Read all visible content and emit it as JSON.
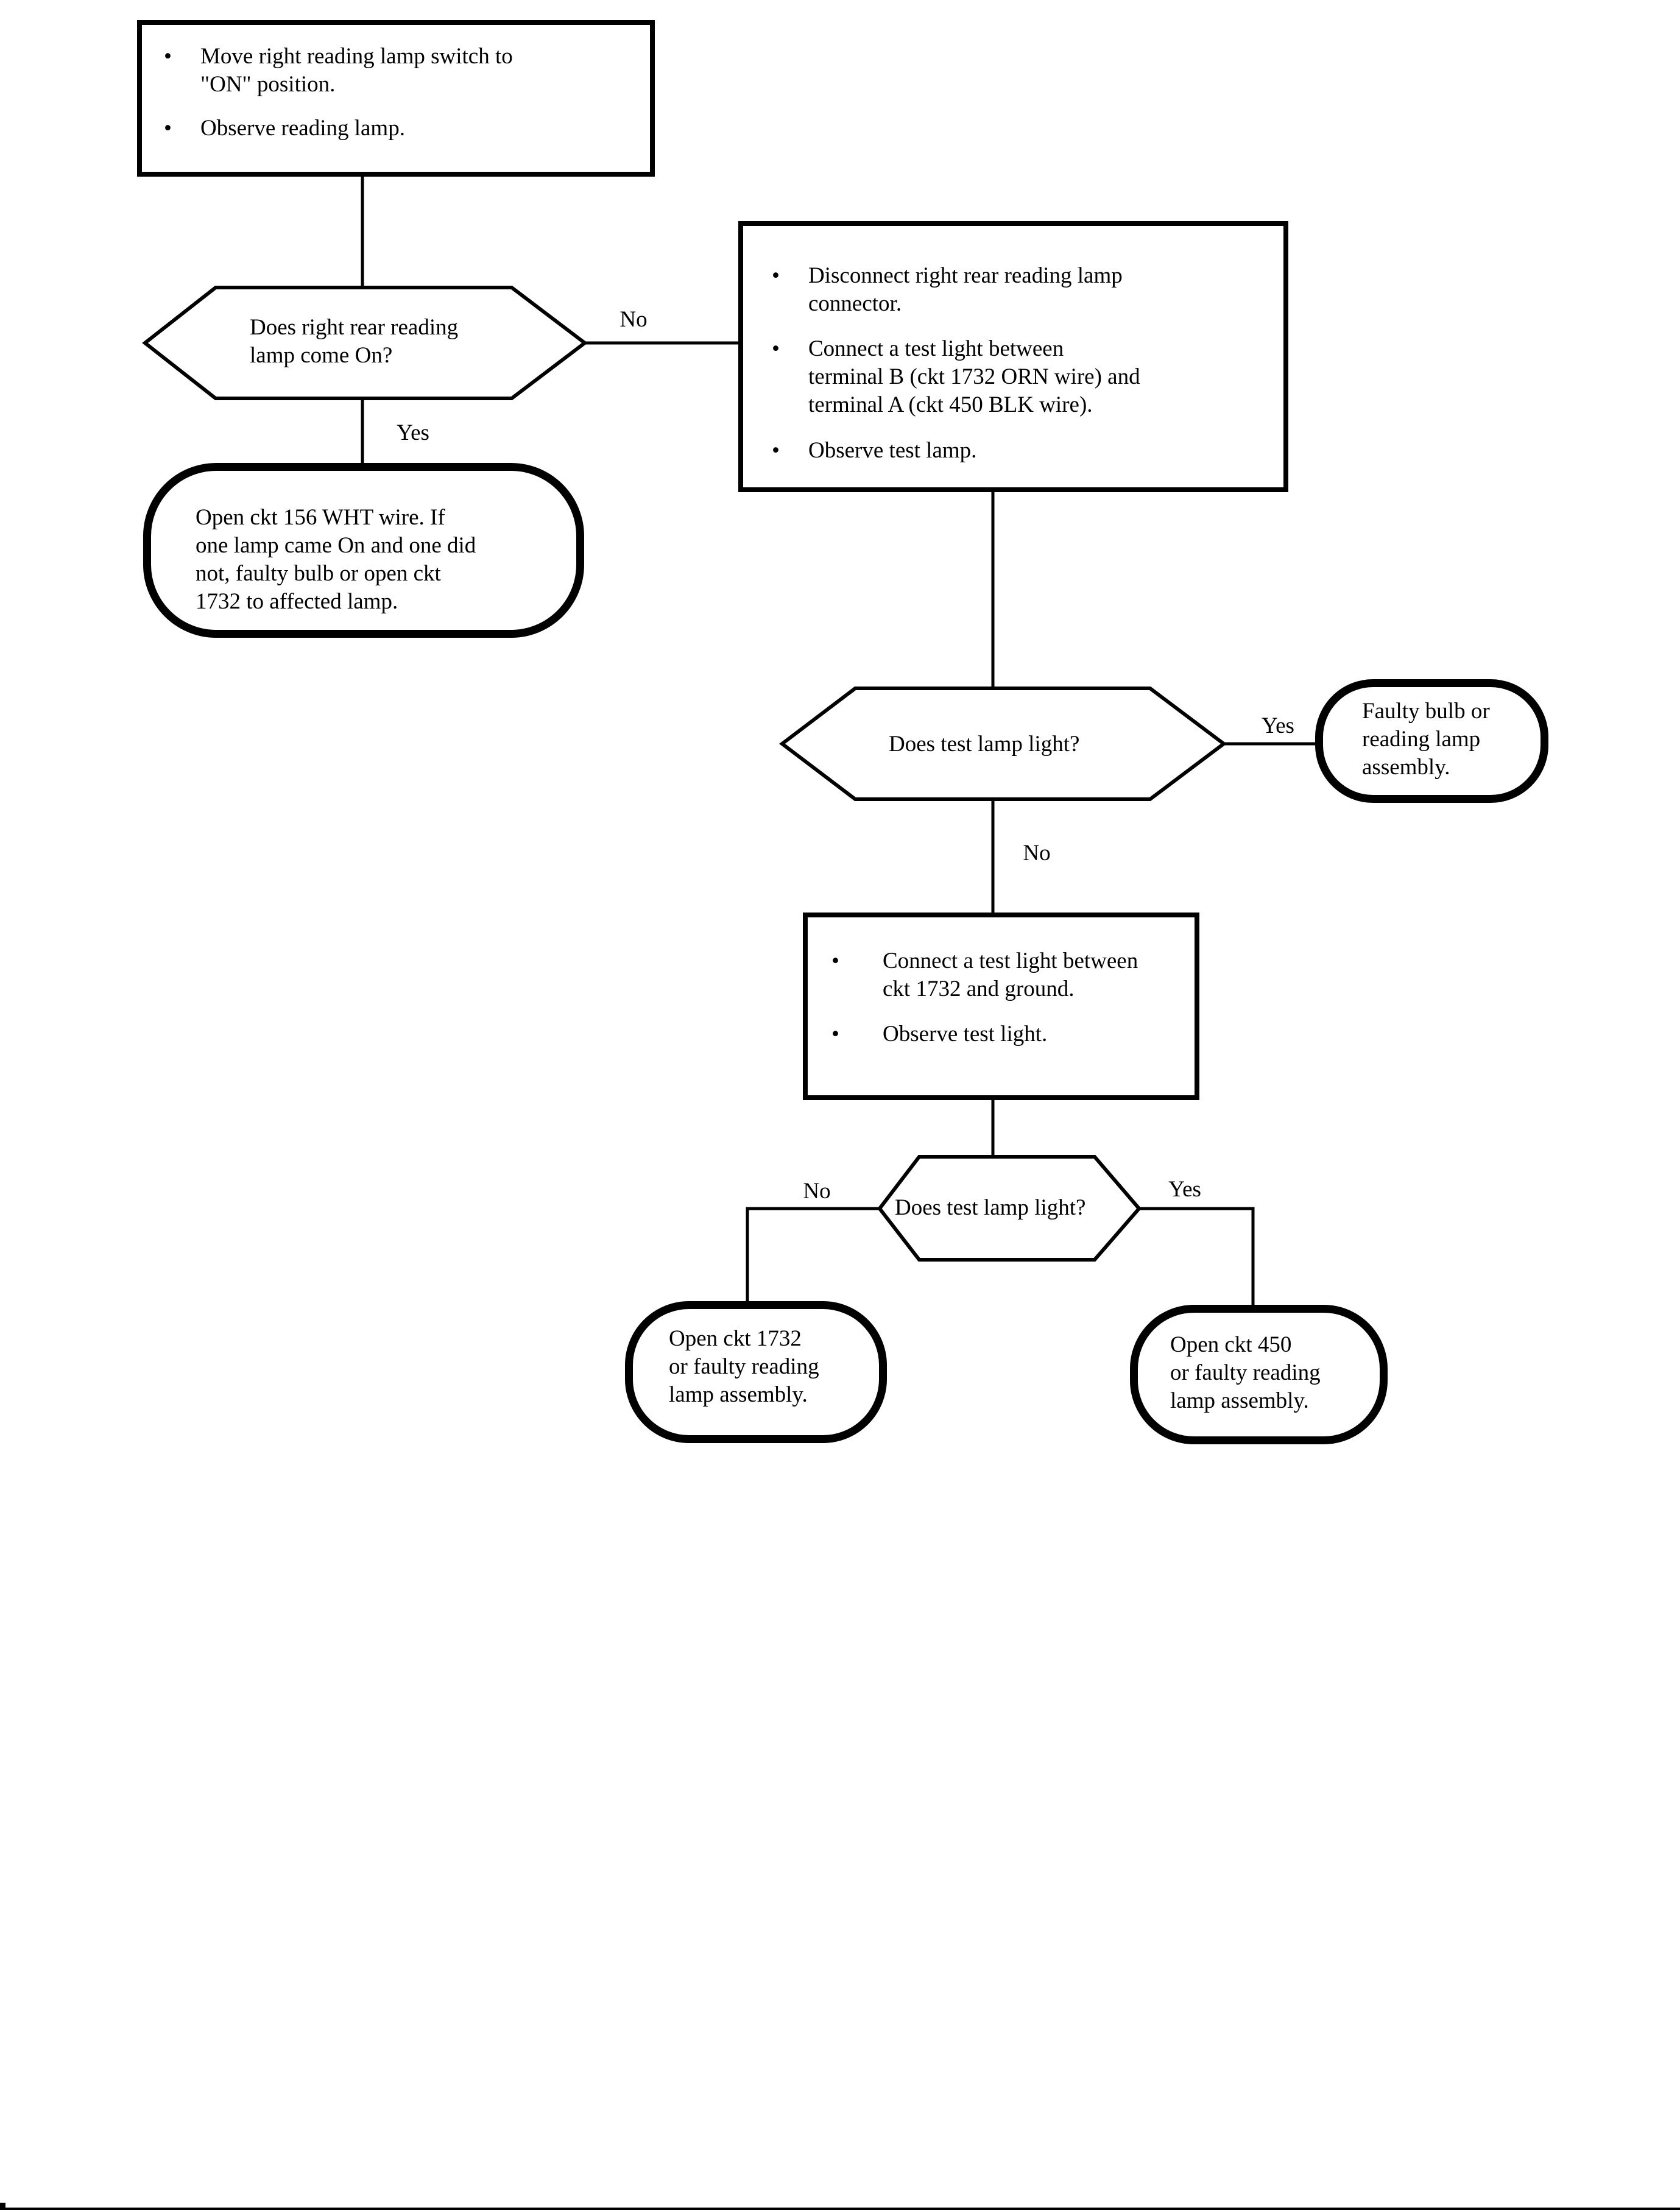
{
  "nodes": {
    "start": {
      "items": [
        [
          "Move right reading lamp switch to",
          "\"ON\" position."
        ],
        [
          "Observe reading lamp."
        ]
      ]
    },
    "decision1": {
      "lines": [
        "Does right rear reading",
        "lamp come On?"
      ]
    },
    "action_no1": {
      "items": [
        [
          "Disconnect right rear reading lamp",
          "connector."
        ],
        [
          "Connect a test light between",
          "terminal B (ckt 1732 ORN wire) and",
          "terminal A (ckt 450 BLK wire)."
        ],
        [
          "Observe test lamp."
        ]
      ]
    },
    "terminal_yes1": {
      "lines": [
        "Open ckt 156 WHT wire. If",
        "one lamp came On and one did",
        "not, faulty bulb or open ckt",
        "1732 to affected lamp."
      ]
    },
    "decision2": {
      "label": "Does test lamp light?"
    },
    "terminal_yes2": {
      "lines": [
        "Faulty bulb or",
        "reading lamp",
        "assembly."
      ]
    },
    "action_no2": {
      "items": [
        [
          "Connect a test light between",
          "ckt 1732 and ground."
        ],
        [
          "Observe test light."
        ]
      ]
    },
    "decision3": {
      "label": "Does test lamp light?"
    },
    "terminal_no3": {
      "lines": [
        "Open ckt 1732",
        "or faulty reading",
        "lamp assembly."
      ]
    },
    "terminal_yes3": {
      "lines": [
        "Open ckt 450",
        "or faulty reading",
        "lamp assembly."
      ]
    }
  },
  "edge_labels": {
    "no1": "No",
    "yes1": "Yes",
    "yes2": "Yes",
    "no2": "No",
    "no3": "No",
    "yes3": "Yes"
  },
  "colors": {
    "ink": "#000000",
    "background": "#ffffff"
  }
}
